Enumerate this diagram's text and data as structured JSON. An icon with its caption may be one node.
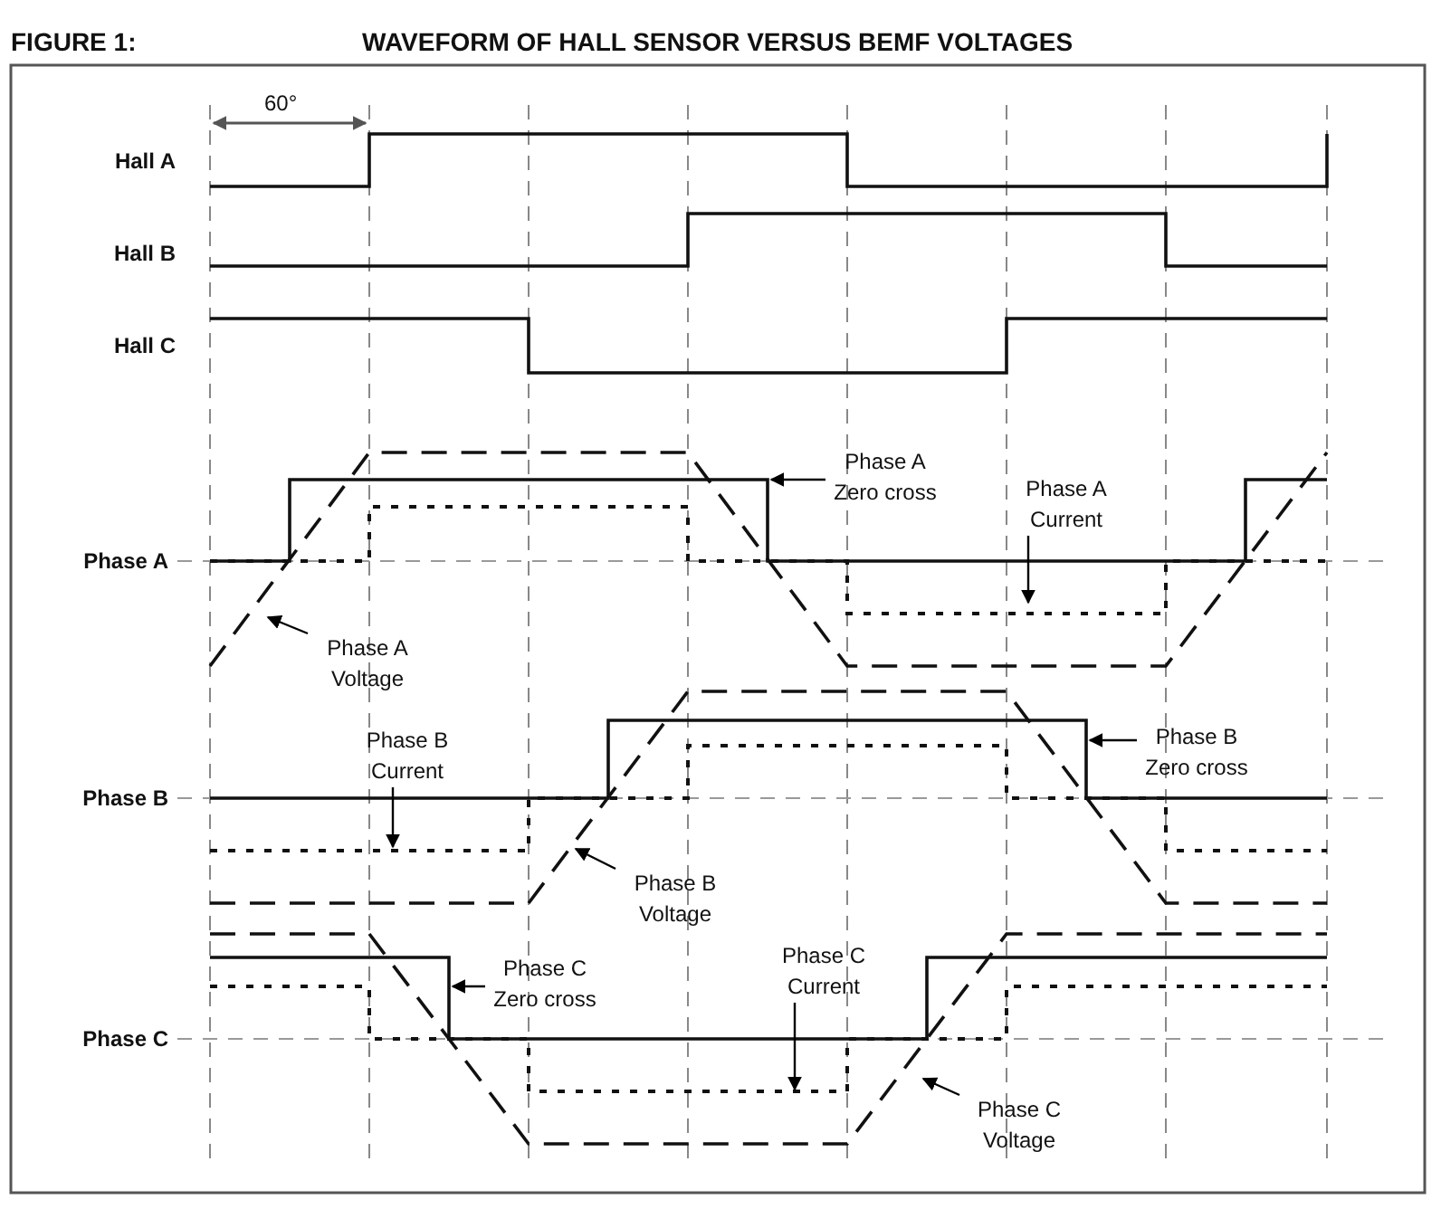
{
  "diagram": {
    "title": "WAVEFORM OF HALL SENSOR VERSUS BEMF VOLTAGES",
    "nodes": [
      {
        "text": [
          "Phase A Zero cross"
        ]
      },
      {
        "text": [
          "Phase A Current"
        ]
      },
      {
        "text": [
          "Phase A Voltage"
        ]
      },
      {
        "text": [
          "Phase B Current"
        ]
      },
      {
        "text": [
          "Phase B Zero cross"
        ]
      },
      {
        "text": [
          "Phase B Voltage"
        ]
      },
      {
        "text": [
          "Phase C Zero cross"
        ]
      },
      {
        "text": [
          "Phase C Current"
        ]
      },
      {
        "text": [
          "Phase C Voltage"
        ]
      }
    ],
    "edges": [
      {
        "from": 0,
        "to": null,
        "arrow": "to"
      },
      {
        "from": 1,
        "to": null,
        "arrow": "to"
      },
      {
        "from": 2,
        "to": null,
        "arrow": "to"
      },
      {
        "from": 3,
        "to": null,
        "arrow": "to"
      },
      {
        "from": 4,
        "to": null,
        "arrow": "to"
      },
      {
        "from": 5,
        "to": null,
        "arrow": "to"
      },
      {
        "from": 6,
        "to": null,
        "arrow": "to"
      },
      {
        "from": 7,
        "to": null,
        "arrow": "to"
      },
      {
        "from": 8,
        "to": null,
        "arrow": "to"
      }
    ],
    "labels": [
      "FIGURE 1:",
      "60°",
      "Hall A",
      "Hall B",
      "Hall C",
      "Phase A",
      "Phase B",
      "Phase C"
    ]
  }
}
